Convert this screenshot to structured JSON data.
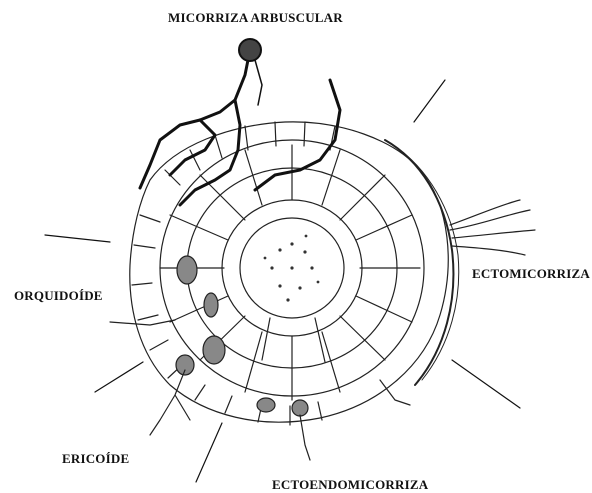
{
  "labels": {
    "arbuscular": "MICORRIZA ARBUSCULAR",
    "ecto": "ECTOMICORRIZA",
    "orquidoide": "ORQUIDOÍDE",
    "ericoide": "ERICOÍDE",
    "ectoendo": "ECTOENDOMICORRIZA"
  },
  "colors": {
    "ink": "#111111",
    "background": "#ffffff"
  }
}
